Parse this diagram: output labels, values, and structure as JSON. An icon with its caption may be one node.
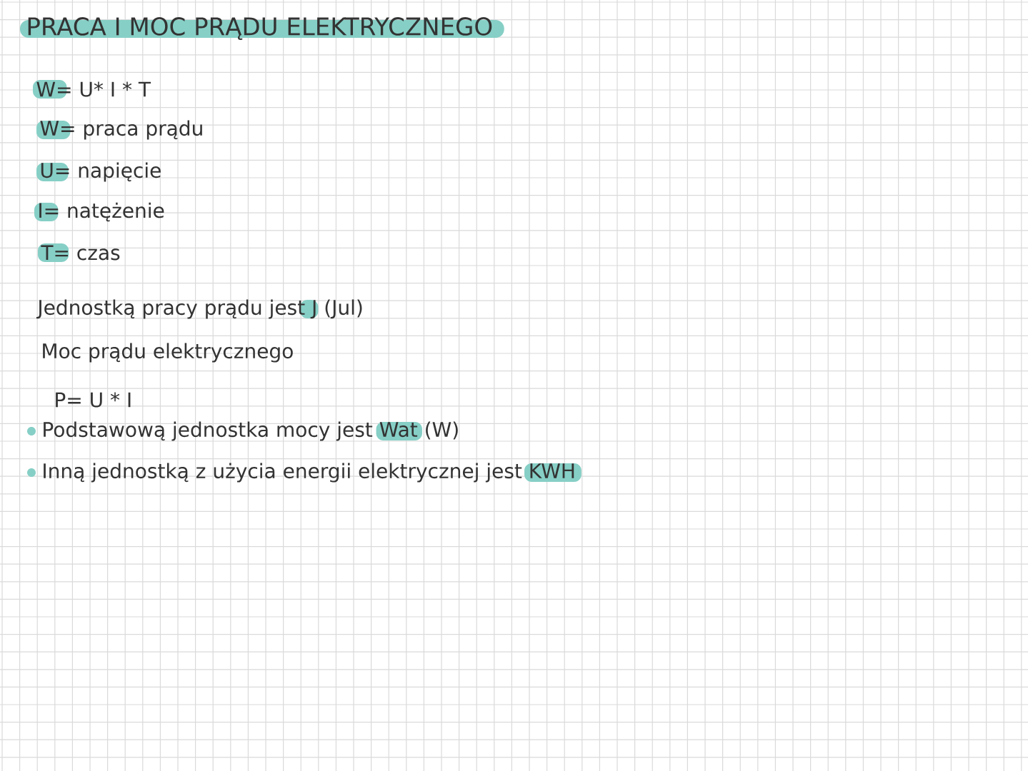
{
  "diagram": {
    "title": "PRACA I MOC PRĄDU ELEKTRYCZNEGO",
    "labels": [
      "W= U* I * T",
      "W= praca prądu",
      "U= napięcie",
      "I= natężenie",
      "T= czas",
      "Jednostką pracy prądu jest J (Jul)",
      "Moc prądu elektrycznego",
      "P= U * I",
      "Podstawową jednostka mocy jest Wat (W)",
      "Inną jednostką z użycia energii elektrycznej jest KWH"
    ]
  }
}
